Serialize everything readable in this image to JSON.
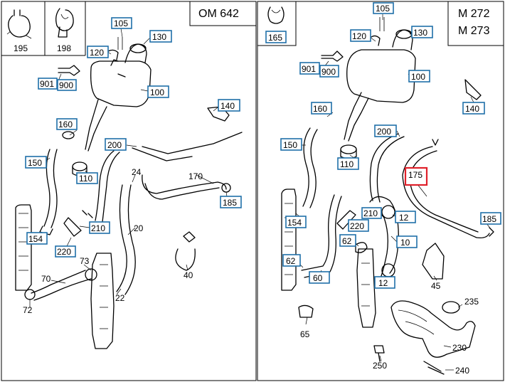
{
  "engines": {
    "left": "OM 642",
    "right_line1": "M 272",
    "right_line2": "M 273"
  },
  "inset_parts": {
    "p195": "195",
    "p198": "198",
    "p165": "165"
  },
  "left_callouts": {
    "c105": "105",
    "c130": "130",
    "c120": "120",
    "c901": "901",
    "c900": "900",
    "c100": "100",
    "c140": "140",
    "c160": "160",
    "c200": "200",
    "c150": "150",
    "c110": "110",
    "c185": "185",
    "c210": "210",
    "c154": "154",
    "c220": "220"
  },
  "left_plain": {
    "p24": "24",
    "p170": "170",
    "p20": "20",
    "p73": "73",
    "p70": "70",
    "p22": "22",
    "p72": "72",
    "p40": "40"
  },
  "right_callouts": {
    "c105": "105",
    "c120": "120",
    "c130": "130",
    "c901": "901",
    "c900": "900",
    "c100": "100",
    "c160": "160",
    "c140": "140",
    "c200": "200",
    "c150": "150",
    "c110": "110",
    "c175": "175",
    "c210": "210",
    "c12a": "12",
    "c185": "185",
    "c154": "154",
    "c220": "220",
    "c62": "62",
    "c10": "10",
    "c60": "60",
    "c12b": "12"
  },
  "right_plain": {
    "p45": "45",
    "p235": "235",
    "p65": "65",
    "p230": "230",
    "p250": "250",
    "p240": "240"
  },
  "colors": {
    "callout_border": "#1f6fa8",
    "highlight_border": "#e0202a",
    "line": "#000000"
  }
}
